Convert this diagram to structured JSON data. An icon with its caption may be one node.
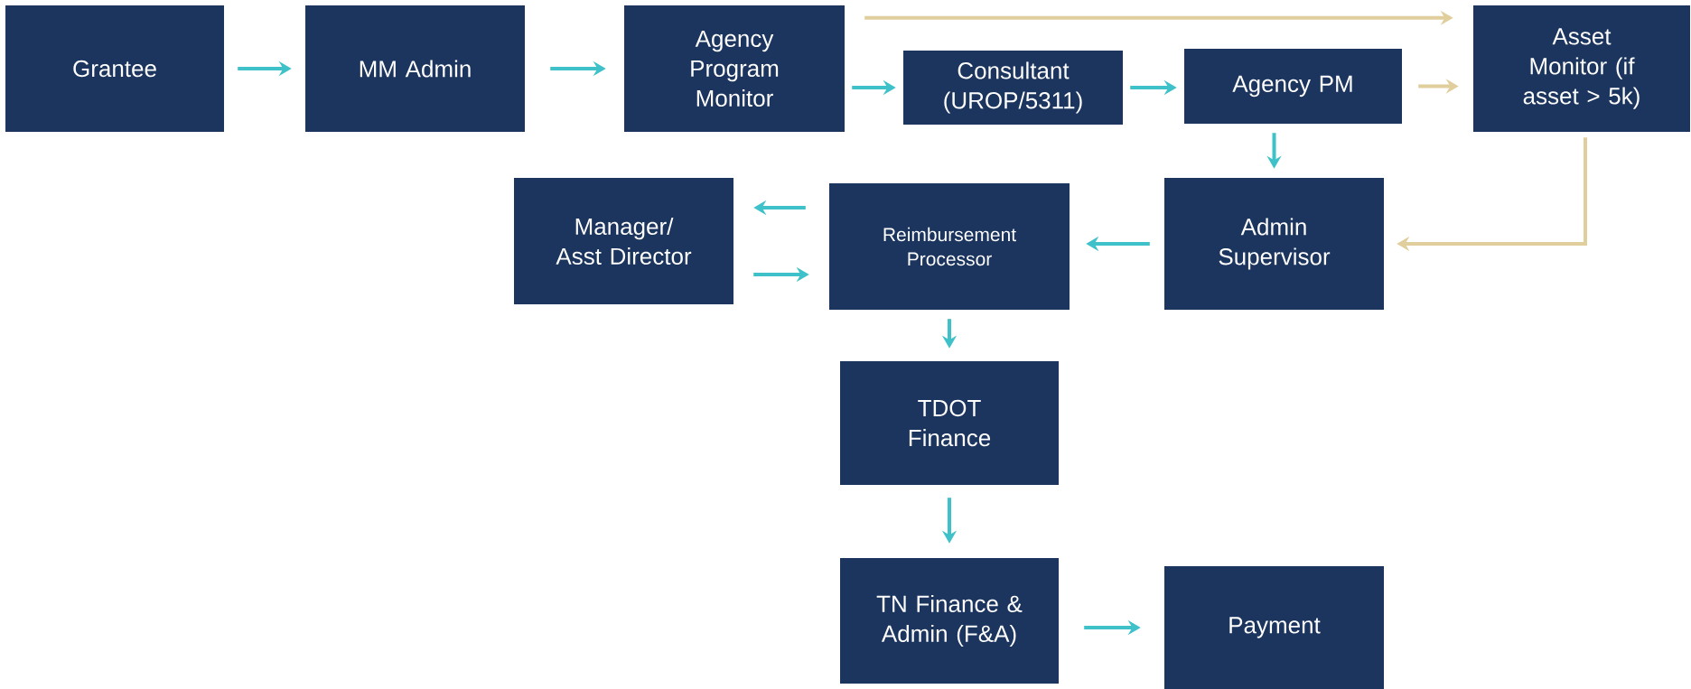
{
  "diagram": {
    "nodes": [
      {
        "text": [
          "Grantee"
        ]
      },
      {
        "text": [
          "MM Admin"
        ]
      },
      {
        "text": [
          "Agency Program Monitor"
        ]
      },
      {
        "text": [
          "Consultant (UROP/5311)"
        ]
      },
      {
        "text": [
          "Agency PM"
        ]
      },
      {
        "text": [
          "Asset Monitor (if asset > 5k)"
        ]
      },
      {
        "text": [
          "Manager/ Asst Director"
        ]
      },
      {
        "text": [
          "Reimbursement Processor"
        ]
      },
      {
        "text": [
          "Admin Supervisor"
        ]
      },
      {
        "text": [
          "TDOT Finance"
        ]
      },
      {
        "text": [
          "TN Finance & Admin (F&A)"
        ]
      },
      {
        "text": [
          "Payment"
        ]
      }
    ],
    "edges": [
      {
        "from": 0,
        "to": 1,
        "arrow": "to"
      },
      {
        "from": 1,
        "to": 2,
        "arrow": "to"
      },
      {
        "from": 2,
        "to": 3,
        "arrow": "to"
      },
      {
        "from": 3,
        "to": 4,
        "arrow": "to"
      },
      {
        "from": 2,
        "to": 5,
        "arrow": "to",
        "color": "#e0cf9c"
      },
      {
        "from": 4,
        "to": 5,
        "arrow": "to",
        "color": "#e0cf9c"
      },
      {
        "from": 4,
        "to": 8,
        "arrow": "to"
      },
      {
        "from": 5,
        "to": 8,
        "arrow": "to",
        "color": "#e0cf9c"
      },
      {
        "from": 8,
        "to": 7,
        "arrow": "to"
      },
      {
        "from": 7,
        "to": 6,
        "arrow": "to"
      },
      {
        "from": 6,
        "to": 7,
        "arrow": "to"
      },
      {
        "from": 7,
        "to": 9,
        "arrow": "to"
      },
      {
        "from": 9,
        "to": 10,
        "arrow": "to"
      },
      {
        "from": 10,
        "to": 11,
        "arrow": "to"
      }
    ]
  }
}
